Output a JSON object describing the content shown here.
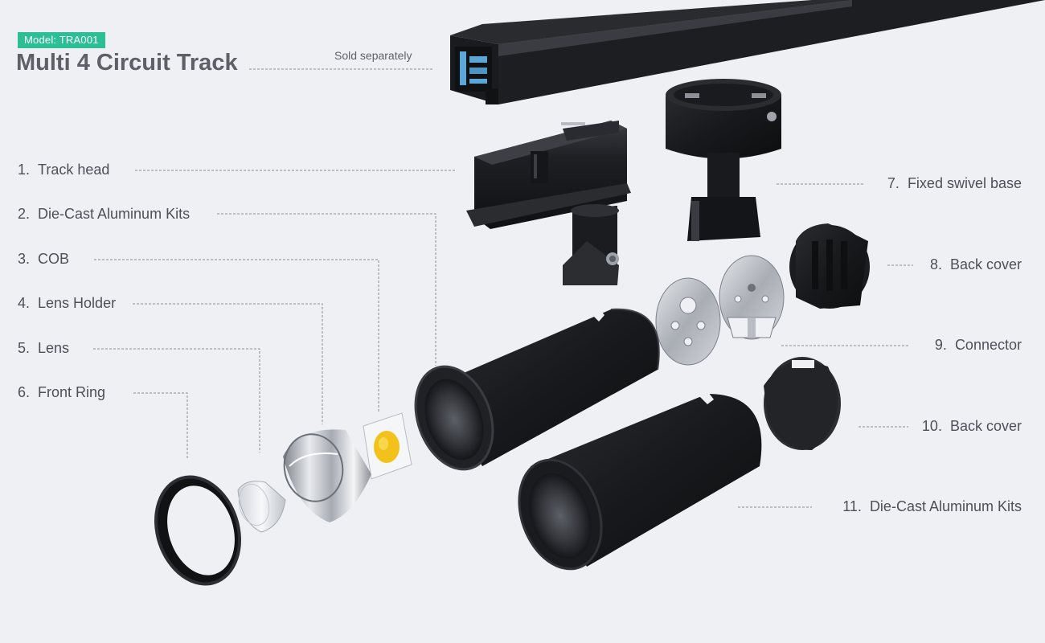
{
  "header": {
    "model": "Model: TRA001",
    "title": "Multi 4 Circuit Track",
    "sold_separately": "Sold separately"
  },
  "parts_left": [
    {
      "num": "1.",
      "label": "Track head"
    },
    {
      "num": "2.",
      "label": "Die-Cast Aluminum Kits"
    },
    {
      "num": "3.",
      "label": "COB"
    },
    {
      "num": "4.",
      "label": "Lens Holder"
    },
    {
      "num": "5.",
      "label": "Lens"
    },
    {
      "num": "6.",
      "label": "Front Ring"
    }
  ],
  "parts_right": [
    {
      "num": "7.",
      "label": "Fixed swivel base"
    },
    {
      "num": "8.",
      "label": "Back cover"
    },
    {
      "num": "9.",
      "label": "Connector"
    },
    {
      "num": "10.",
      "label": "Back cover"
    },
    {
      "num": "11.",
      "label": "Die-Cast Aluminum Kits"
    }
  ],
  "colors": {
    "background": "#eef0f4",
    "badge": "#2bbf93",
    "metal_black": "#1c1d20",
    "cob_yellow": "#f2c21a",
    "track_blue": "#5aa6d6"
  }
}
